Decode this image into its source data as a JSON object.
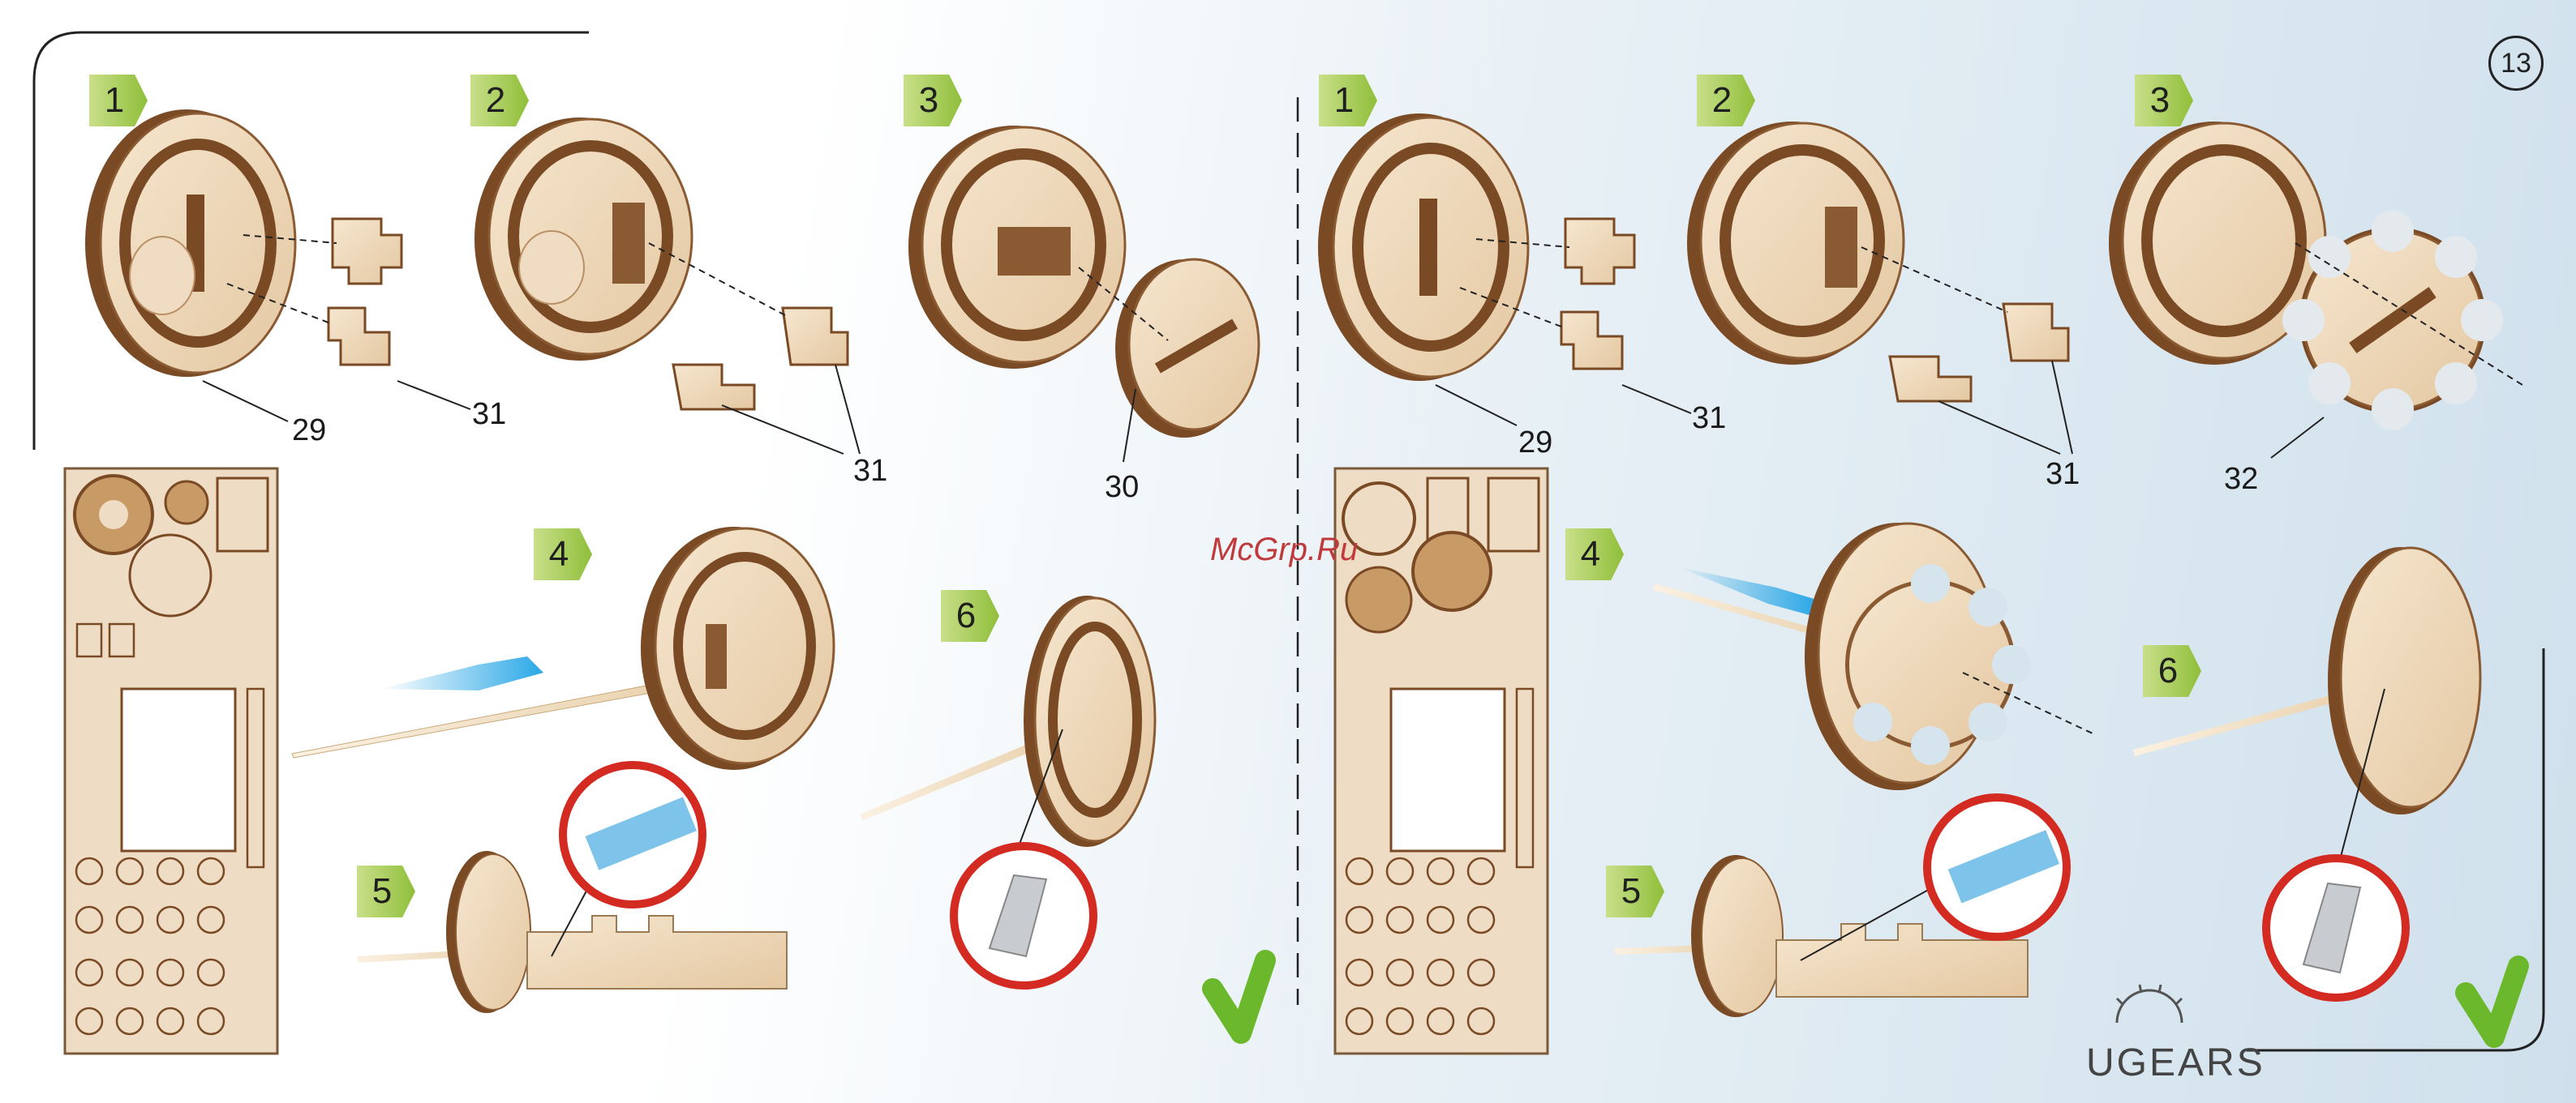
{
  "page": {
    "page_number": "13",
    "watermark": "McGrp.Ru",
    "brand": "UGEARS"
  },
  "left_panel": {
    "top_steps": [
      {
        "label": "1"
      },
      {
        "label": "2"
      },
      {
        "label": "3"
      }
    ],
    "part_numbers": {
      "p29": "29",
      "p31a": "31",
      "p31b": "31",
      "p30": "30"
    },
    "bottom_steps": [
      {
        "label": "4"
      },
      {
        "label": "5"
      },
      {
        "label": "6"
      }
    ]
  },
  "right_panel": {
    "top_steps": [
      {
        "label": "1"
      },
      {
        "label": "2"
      },
      {
        "label": "3"
      }
    ],
    "part_numbers": {
      "p29": "29",
      "p31a": "31",
      "p31b": "31",
      "p32": "32"
    },
    "bottom_steps": [
      {
        "label": "4"
      },
      {
        "label": "5"
      },
      {
        "label": "6"
      }
    ]
  },
  "colors": {
    "wood_light": "#f1dcc0",
    "wood_dark": "#7a4a25",
    "arrow_blue": "#2aa7e6",
    "check_green": "#6cb82c",
    "zoom_red": "#d32a22",
    "step_badge_green": "#8fbf3a"
  }
}
